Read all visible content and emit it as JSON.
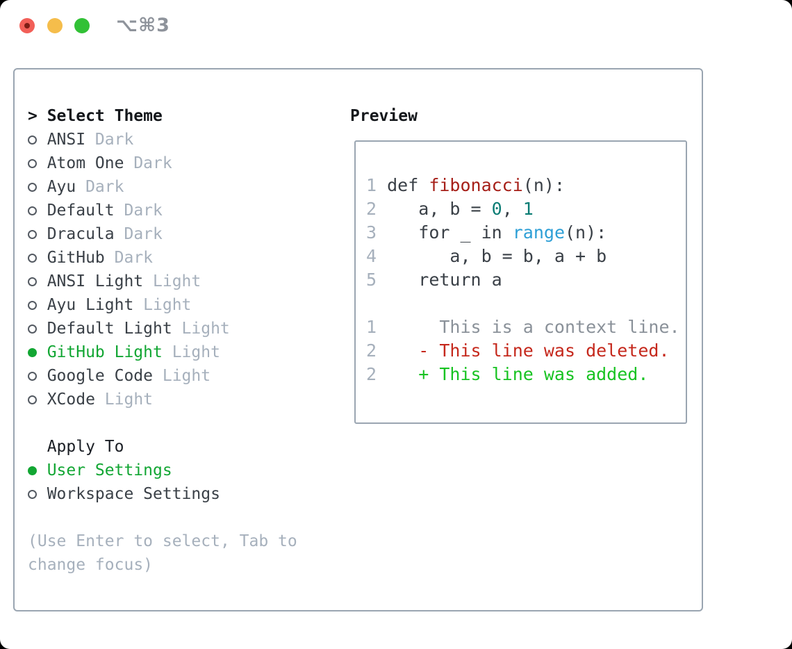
{
  "window": {
    "title": "⌥⌘3",
    "buttons": {
      "close": "close-button",
      "minimize": "minimize-button",
      "zoom": "zoom-button"
    }
  },
  "theme_list": {
    "header_prefix": ">",
    "header": "Select Theme",
    "items": [
      {
        "name": "ANSI",
        "variant": "Dark",
        "selected": false
      },
      {
        "name": "Atom One",
        "variant": "Dark",
        "selected": false
      },
      {
        "name": "Ayu",
        "variant": "Dark",
        "selected": false
      },
      {
        "name": "Default",
        "variant": "Dark",
        "selected": false
      },
      {
        "name": "Dracula",
        "variant": "Dark",
        "selected": false
      },
      {
        "name": "GitHub",
        "variant": "Dark",
        "selected": false
      },
      {
        "name": "ANSI Light",
        "variant": "Light",
        "selected": false
      },
      {
        "name": "Ayu Light",
        "variant": "Light",
        "selected": false
      },
      {
        "name": "Default Light",
        "variant": "Light",
        "selected": false
      },
      {
        "name": "GitHub Light",
        "variant": "Light",
        "selected": true
      },
      {
        "name": "Google Code",
        "variant": "Light",
        "selected": false
      },
      {
        "name": "XCode",
        "variant": "Light",
        "selected": false
      }
    ]
  },
  "apply_to": {
    "header": "Apply To",
    "options": [
      {
        "name": "User Settings",
        "selected": true
      },
      {
        "name": "Workspace Settings",
        "selected": false
      }
    ]
  },
  "help_text": "(Use Enter to select, Tab to change focus)",
  "preview": {
    "title": "Preview",
    "code_lines": [
      {
        "num": "1",
        "tokens": [
          {
            "t": "def ",
            "c": "plain"
          },
          {
            "t": "fibonacci",
            "c": "func"
          },
          {
            "t": "(n):",
            "c": "plain"
          }
        ]
      },
      {
        "num": "2",
        "tokens": [
          {
            "t": "   a, b = ",
            "c": "plain"
          },
          {
            "t": "0",
            "c": "number"
          },
          {
            "t": ", ",
            "c": "plain"
          },
          {
            "t": "1",
            "c": "number"
          }
        ]
      },
      {
        "num": "3",
        "tokens": [
          {
            "t": "   for _ in ",
            "c": "plain"
          },
          {
            "t": "range",
            "c": "builtin"
          },
          {
            "t": "(n):",
            "c": "plain"
          }
        ]
      },
      {
        "num": "4",
        "tokens": [
          {
            "t": "      a, b = b, a + b",
            "c": "plain"
          }
        ]
      },
      {
        "num": "5",
        "tokens": [
          {
            "t": "   return a",
            "c": "plain"
          }
        ]
      },
      {
        "num": "",
        "tokens": []
      },
      {
        "num": "1",
        "tokens": [
          {
            "t": "     This is a context line.",
            "c": "context"
          }
        ]
      },
      {
        "num": "2",
        "tokens": [
          {
            "t": "   - This line was deleted.",
            "c": "deleted"
          }
        ]
      },
      {
        "num": "2",
        "tokens": [
          {
            "t": "   + This line was added.",
            "c": "added"
          }
        ]
      }
    ]
  },
  "colors": {
    "panel_border": "#9aa5b1",
    "text_dark": "#3a4047",
    "heading": "#14171b",
    "muted": "#a6b0bc",
    "selected_green": "#12a633",
    "added_green": "#18c322",
    "deleted_red": "#c5281c",
    "context_gray": "#8a9199",
    "func_red": "#a62019",
    "builtin_blue": "#2d9fd6",
    "number_teal": "#0b7c74",
    "lineno": "#a6b0bc",
    "titlebar_text": "#8e939b",
    "traffic_red": "#f25f58",
    "traffic_yellow": "#f5bd4b",
    "traffic_green": "#32c136"
  }
}
